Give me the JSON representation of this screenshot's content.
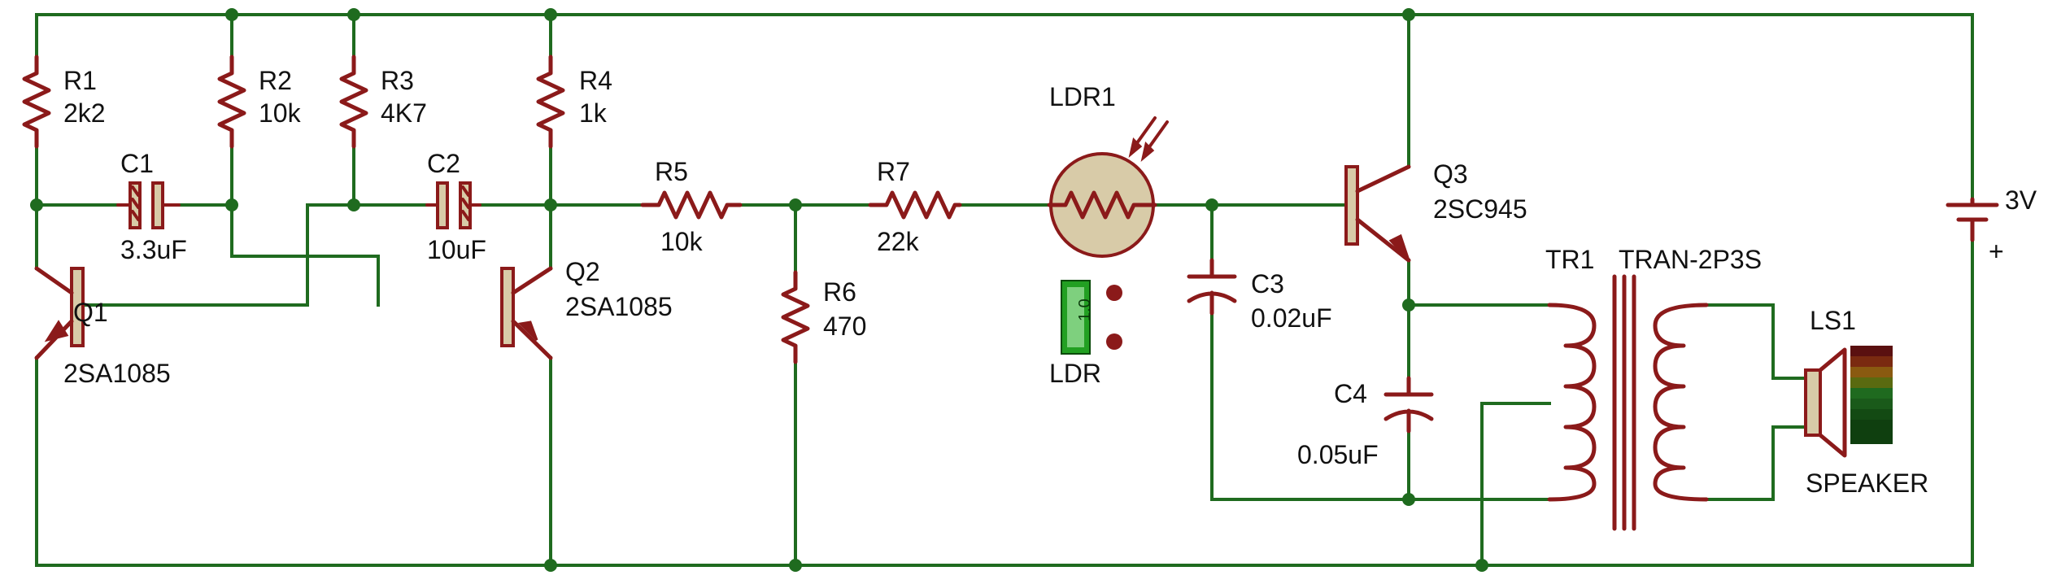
{
  "components": {
    "R1": {
      "ref": "R1",
      "value": "2k2"
    },
    "R2": {
      "ref": "R2",
      "value": "10k"
    },
    "R3": {
      "ref": "R3",
      "value": "4K7"
    },
    "R4": {
      "ref": "R4",
      "value": "1k"
    },
    "R5": {
      "ref": "R5",
      "value": "10k"
    },
    "R6": {
      "ref": "R6",
      "value": "470"
    },
    "R7": {
      "ref": "R7",
      "value": "22k"
    },
    "C1": {
      "ref": "C1",
      "value": "3.3uF"
    },
    "C2": {
      "ref": "C2",
      "value": "10uF"
    },
    "C3": {
      "ref": "C3",
      "value": "0.02uF"
    },
    "C4": {
      "ref": "C4",
      "value": "0.05uF"
    },
    "Q1": {
      "ref": "Q1",
      "value": "2SA1085"
    },
    "Q2": {
      "ref": "Q2",
      "value": "2SA1085"
    },
    "Q3": {
      "ref": "Q3",
      "value": "2SC945"
    },
    "LDR1": {
      "ref": "LDR1",
      "value": "LDR",
      "chip_text": "1.0"
    },
    "TR1": {
      "ref": "TR1",
      "value": "TRAN-2P3S"
    },
    "LS1": {
      "ref": "LS1",
      "value": "SPEAKER"
    },
    "BAT": {
      "value": "3V",
      "polarity": "+"
    }
  },
  "colors": {
    "wire": "#1f6b1f",
    "component": "#8b1a1a",
    "body_fill": "#d8cba8",
    "ldr_chip": "#22a022",
    "speaker_bar": [
      "#5a1010",
      "#7a2a10",
      "#8a5a10",
      "#5a6a10",
      "#1f6a1f",
      "#1a5a1a",
      "#134a13",
      "#0f3f0f"
    ]
  }
}
